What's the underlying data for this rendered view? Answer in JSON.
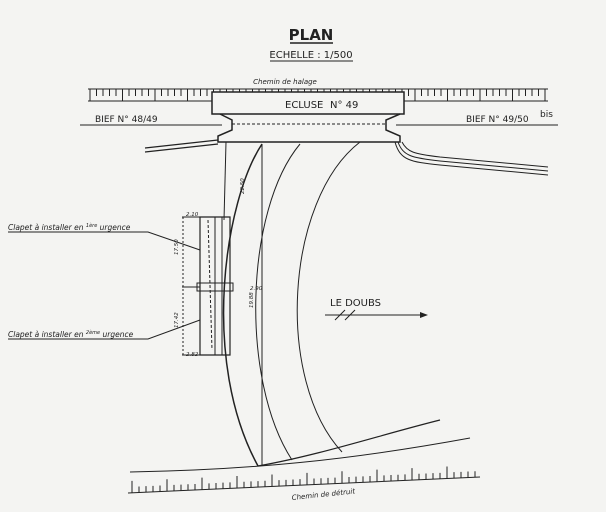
{
  "title": "PLAN",
  "scale": "ECHELLE : 1/500",
  "towpath": "Chemin de halage",
  "lock": {
    "name": "ECLUSE",
    "number": "N° 49"
  },
  "reach_left": "BIEF  N° 48/49",
  "reach_right": "BIEF  N° 49/50",
  "reach_right_sup": "bis",
  "river": "LE  DOUBS",
  "bottom_path": "Chemin de détruit",
  "valve_1": {
    "label": "Clapet à installer en",
    "ordinal": "1ère",
    "suffix": "urgence"
  },
  "valve_2": {
    "label": "Clapet à installer en",
    "ordinal": "2ème",
    "suffix": "urgence"
  },
  "dimensions": {
    "top_gap": "2.10",
    "upper_span": "17.50",
    "lower_span": "17.42",
    "bottom_gap": "2.82",
    "mid_gap": "2.90",
    "arc_length": "19.88",
    "upper_arc": "22.50"
  },
  "colors": {
    "ink": "#222222",
    "paper": "#f4f4f2"
  }
}
